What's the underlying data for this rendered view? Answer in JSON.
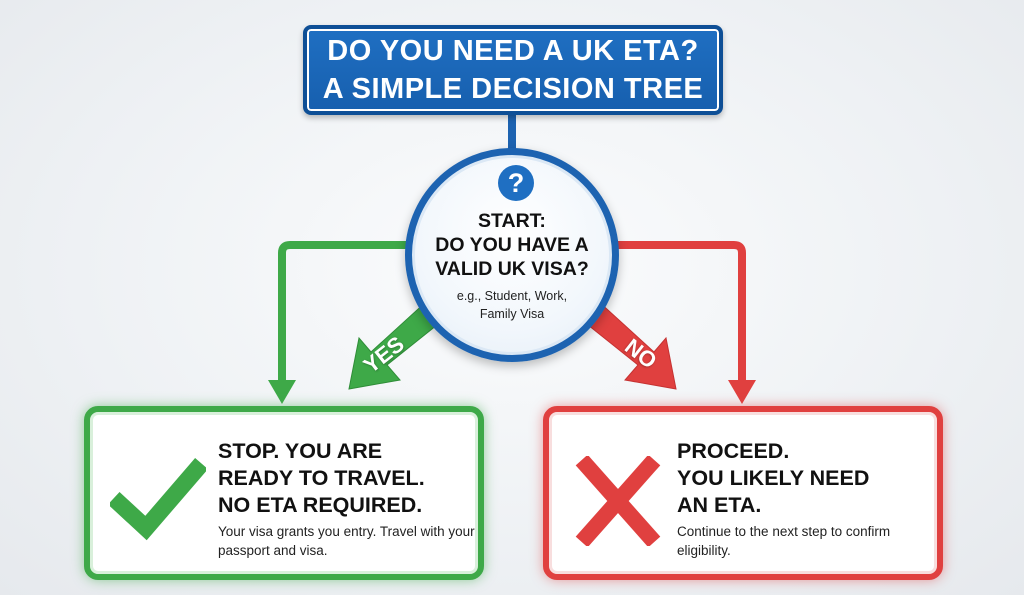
{
  "title": {
    "line1": "DO YOU NEED A UK ETA?",
    "line2": "A SIMPLE DECISION TREE"
  },
  "start": {
    "badge": "?",
    "line1": "START:",
    "line2": "DO YOU HAVE A",
    "line3": "VALID UK VISA?",
    "note_line1": "e.g., Student, Work,",
    "note_line2": "Family Visa"
  },
  "branches": {
    "yes_label": "YES",
    "no_label": "NO"
  },
  "outcome_yes": {
    "title_line1": "STOP. YOU ARE",
    "title_line2": "READY TO TRAVEL.",
    "title_line3": "NO ETA REQUIRED.",
    "body": "Your visa grants you entry. Travel with your passport and visa.",
    "icon": "checkmark-icon"
  },
  "outcome_no": {
    "title_line1": "PROCEED.",
    "title_line2": "YOU LIKELY NEED",
    "title_line3": "AN ETA.",
    "body": "Continue to the next step to confirm eligibility.",
    "icon": "cross-icon"
  },
  "colors": {
    "blue": "#1f6fc2",
    "green": "#3ea948",
    "red": "#e0403f"
  }
}
